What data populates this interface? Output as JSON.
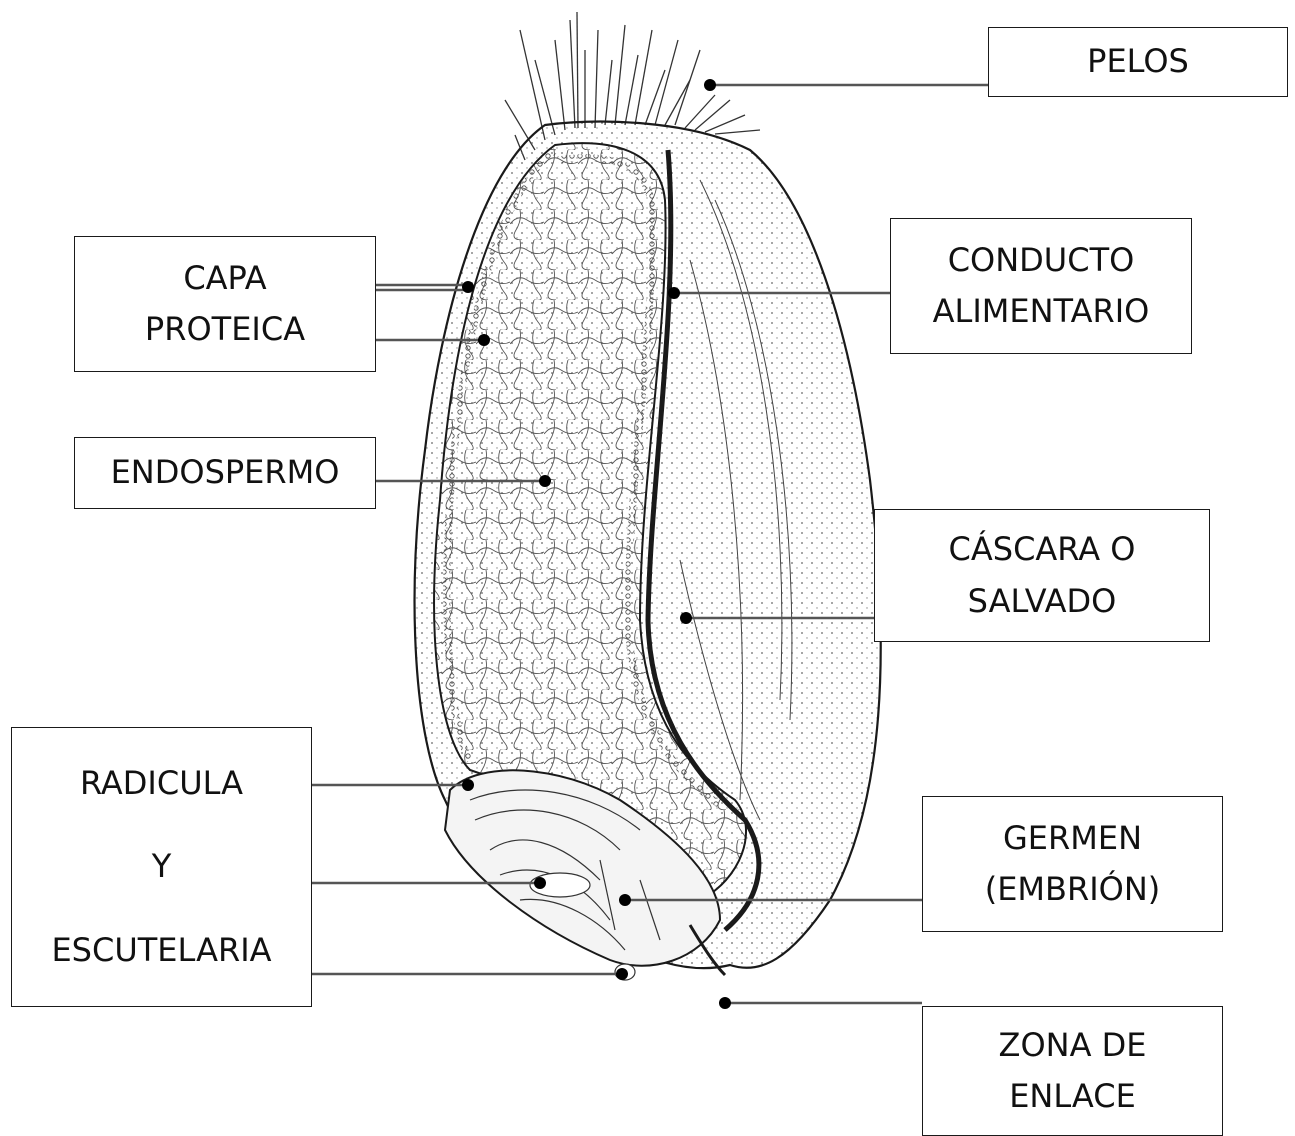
{
  "labels": {
    "pelos": "PELOS",
    "capa_proteica": [
      "CAPA",
      "PROTEICA"
    ],
    "conducto_alimentario": [
      "CONDUCTO",
      "ALIMENTARIO"
    ],
    "endospermo": "ENDOSPERMO",
    "cascara_o_salvado": [
      "CÁSCARA O",
      "SALVADO"
    ],
    "radicula_y_escutelaria": [
      "RADICULA",
      "Y",
      "ESCUTELARIA"
    ],
    "germen_embrion": [
      "GERMEN",
      "(EMBRIÓN)"
    ],
    "zona_de_enlace": [
      "ZONA DE",
      "ENLACE"
    ]
  },
  "colors": {
    "line": "#1a1a1a",
    "leader": "#555555",
    "dot": "#000000",
    "hull": "#d9d9d9"
  }
}
